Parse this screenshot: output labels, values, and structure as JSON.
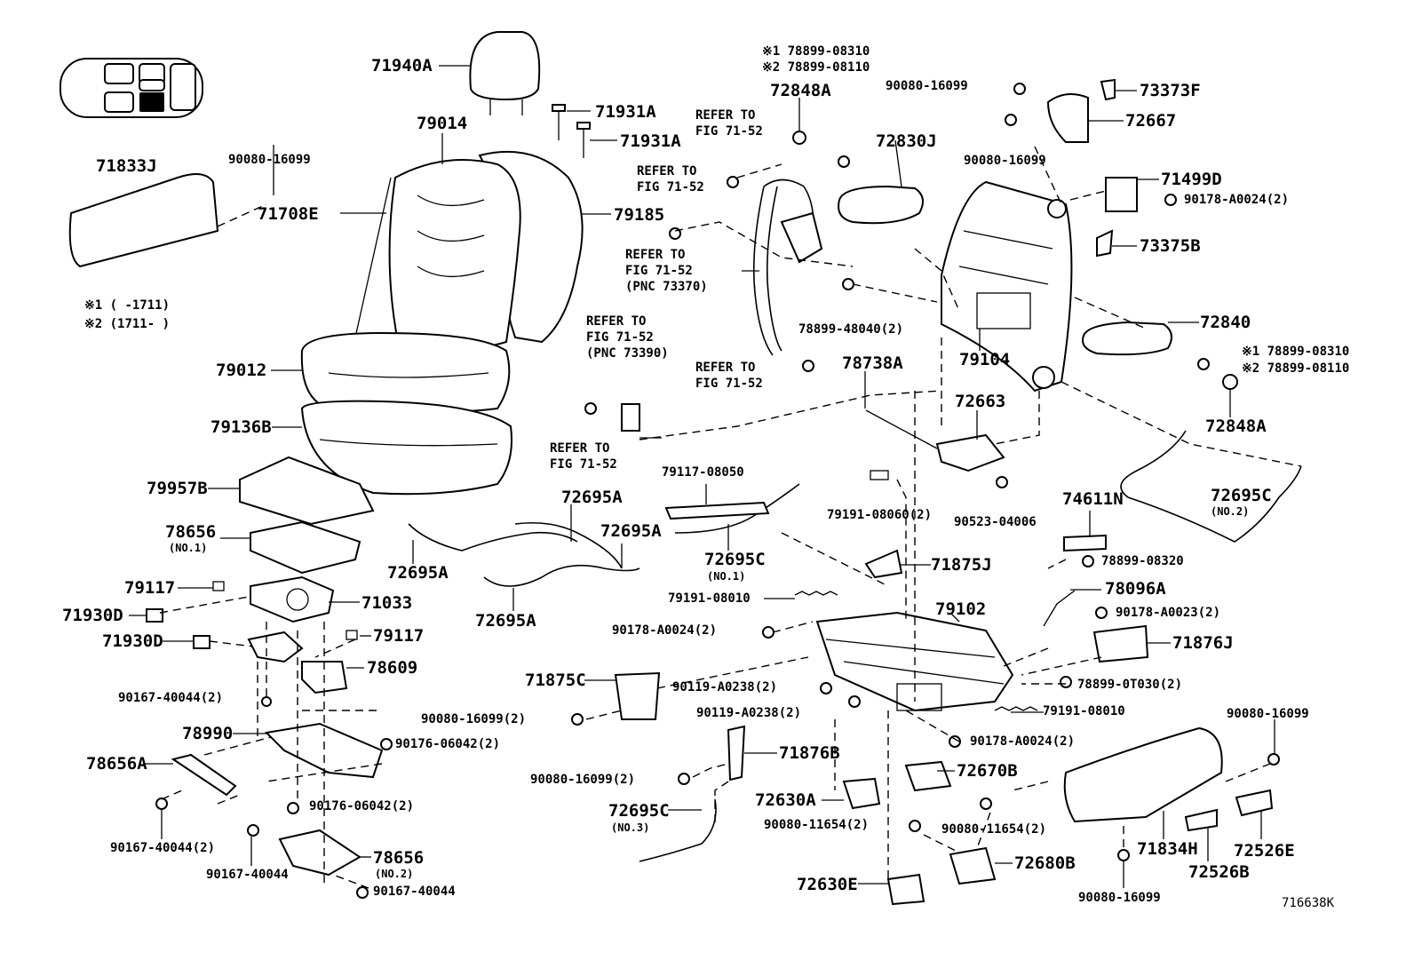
{
  "diagram": {
    "figure_id": "716638K",
    "notes": [
      "※1 (      -1711)",
      "※2 (1711-      )"
    ],
    "refs": {
      "r1": "REFER TO\nFIG 71-52",
      "r2": "REFER TO\nFIG 71-52",
      "r3": "REFER TO\nFIG 71-52\n(PNC 73370)",
      "r4": "REFER TO\nFIG 71-52\n(PNC 73390)",
      "r5": "REFER TO\nFIG 71-52",
      "r6": "REFER TO\nFIG 71-52"
    },
    "parts": {
      "p71940A": "71940A",
      "p71931A_1": "71931A",
      "p71931A_2": "71931A",
      "p79014": "79014",
      "p79185": "79185",
      "p71833J": "71833J",
      "p90080_16099_a": "90080-16099",
      "p71708E": "71708E",
      "p79012": "79012",
      "p79136B": "79136B",
      "p79957B": "79957B",
      "p78656": "78656",
      "p78656_no1": "(NO.1)",
      "p79117_a": "79117",
      "p71033": "71033",
      "p71930D_a": "71930D",
      "p71930D_b": "71930D",
      "p79117_b": "79117",
      "p78609": "78609",
      "p90167_40044_2a": "90167-40044(2)",
      "p78990": "78990",
      "p90176_06042_2a": "90176-06042(2)",
      "p78656A": "78656A",
      "p90176_06042_2b": "90176-06042(2)",
      "p90167_40044_2b": "90167-40044(2)",
      "p90167_40044_c": "90167-40044",
      "p78656_b": "78656",
      "p78656_no2": "(NO.2)",
      "p90167_40044_d": "90167-40044",
      "p72848A_a": "72848A",
      "p78899_08310_a": "※1 78899-08310",
      "p78899_08110_a": "※2 78899-08110",
      "p72830J": "72830J",
      "p90080_16099_b": "90080-16099",
      "p73373F": "73373F",
      "p72667": "72667",
      "p90080_16099_c": "90080-16099",
      "p71499D": "71499D",
      "p90178_A0024_2a": "90178-A0024(2)",
      "p73375B": "73375B",
      "p72840": "72840",
      "p78899_48040_2": "78899-48040(2)",
      "p79104": "79104",
      "p78899_08310_b": "※1  78899-08310",
      "p78899_08110_b": "※2  78899-08110",
      "p72848A_b": "72848A",
      "p78738A": "78738A",
      "p72663": "72663",
      "p72695A_a": "72695A",
      "p72695A_b": "72695A",
      "p72695A_c": "72695A",
      "p72695A_d": "72695A",
      "p79117_08050": "79117-08050",
      "p72695C_a": "72695C",
      "p72695C_no1": "(NO.1)",
      "p79191_08060_2": "79191-08060(2)",
      "p90523_04006": "90523-04006",
      "p74611N": "74611N",
      "p72695C_b": "72695C",
      "p72695C_no2": "(NO.2)",
      "p78899_08320": "78899-08320",
      "p71875J": "71875J",
      "p79191_08010_a": "79191-08010",
      "p79102": "79102",
      "p78096A": "78096A",
      "p90178_A0023_2": "90178-A0023(2)",
      "p90178_A0024_2b": "90178-A0024(2)",
      "p71876J": "71876J",
      "p71875C": "71875C",
      "p90119_A0238_2a": "90119-A0238(2)",
      "p90119_A0238_2b": "90119-A0238(2)",
      "p78899_0T030_2": "78899-0T030(2)",
      "p90080_16099_2a": "90080-16099(2)",
      "p79191_08010_b": "79191-08010",
      "p90080_16099_d": "90080-16099",
      "p90178_A0024_2c": "90178-A0024(2)",
      "p71876B": "71876B",
      "p90080_16099_2b": "90080-16099(2)",
      "p72670B": "72670B",
      "p72695C_c": "72695C",
      "p72695C_no3": "(NO.3)",
      "p72630A": "72630A",
      "p90080_11654_2a": "90080-11654(2)",
      "p90080_11654_2b": "90080-11654(2)",
      "p71834H": "71834H",
      "p72526E": "72526E",
      "p72526B": "72526B",
      "p72680B": "72680B",
      "p72630E": "72630E",
      "p90080_16099_e": "90080-16099"
    }
  }
}
